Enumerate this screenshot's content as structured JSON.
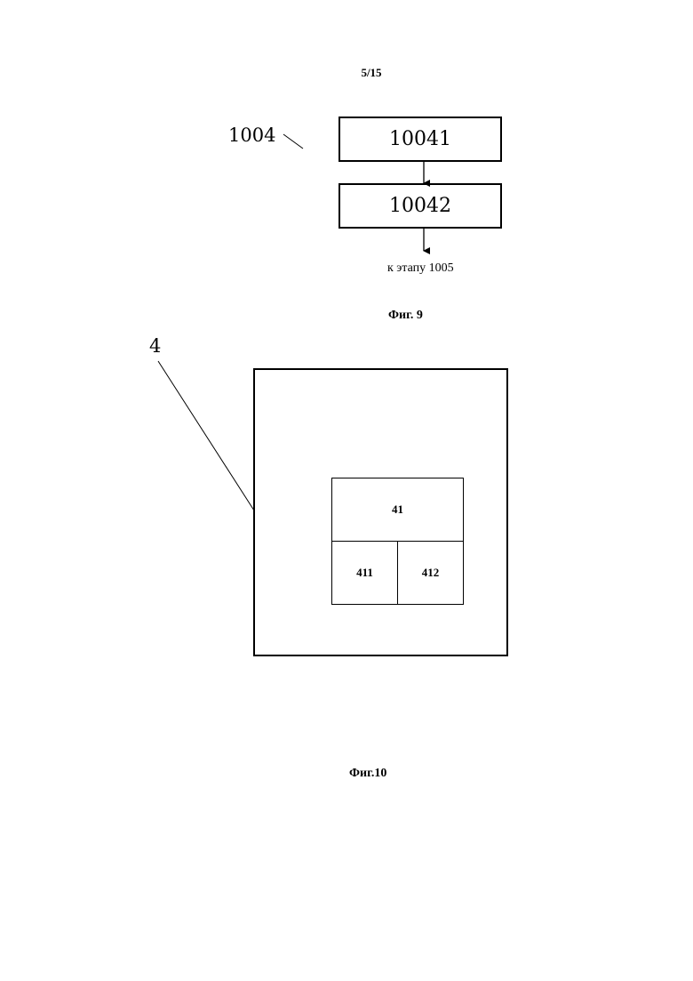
{
  "page": {
    "number": "5/15"
  },
  "figure9": {
    "ref_label": "1004",
    "steps": [
      {
        "label": "10041"
      },
      {
        "label": "10042"
      }
    ],
    "next_step_note": "к этапу 1005",
    "caption": "Фиг. 9"
  },
  "figure10": {
    "ref_label": "4",
    "block": {
      "label": "41"
    },
    "sub_blocks": [
      {
        "label": "411"
      },
      {
        "label": "412"
      }
    ],
    "caption": "Фиг.10"
  }
}
